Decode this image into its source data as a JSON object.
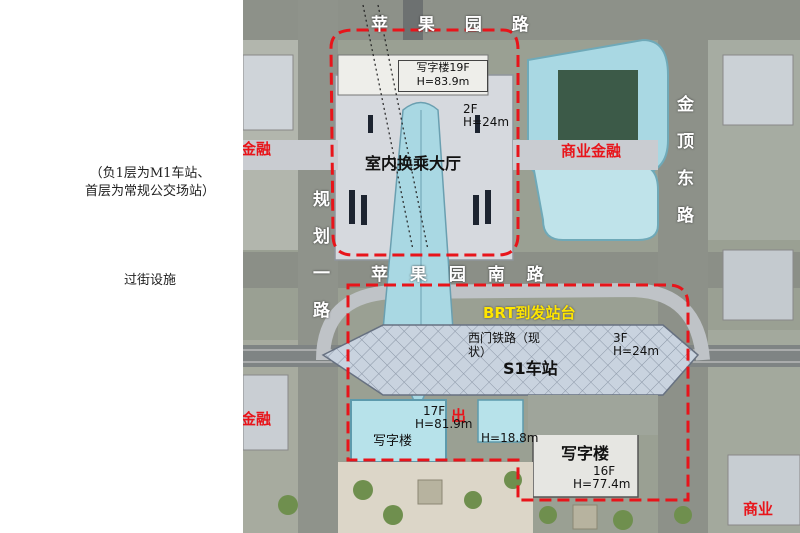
{
  "left_notes": {
    "note1_line1": "（负1层为M1车站、",
    "note1_line2": "首层为常规公交场站）",
    "note2": "过街设施"
  },
  "roads": {
    "top": "苹 果 园 路",
    "middle": "苹 果 园 南 路",
    "left_vertical": "规划一路",
    "right_vertical": "金顶东路"
  },
  "labels": {
    "commercial_left_top": "金融",
    "commercial_right_top": "商业金融",
    "commercial_left_bottom": "金融",
    "commercial_right_bottom": "商业",
    "transfer_hall": "室内换乘大厅",
    "brt_station": "BRT到发站台",
    "rail_line": "西门铁路（现",
    "rail_line2": "状）",
    "s1_station": "S1车站",
    "exit": "出",
    "office_label": "写字楼"
  },
  "buildings": {
    "office_top": {
      "name": "写字楼",
      "floors": "19F",
      "height": "H=83.9m"
    },
    "hall_roof": {
      "floors": "2F",
      "height": "H=24m"
    },
    "s1_roof": {
      "floors": "3F",
      "height": "H=24m"
    },
    "office_left": {
      "name": "写字楼",
      "floors": "17F",
      "height": "H=81.9m"
    },
    "office_mid": {
      "height": "H=18.8m"
    },
    "office_right": {
      "name": "写字楼",
      "floors": "16F",
      "height": "H=77.4m"
    }
  },
  "colors": {
    "boundary": "#e8141a",
    "brt": "#ffe600",
    "glass": "#a9d8e3",
    "roof": "#d6d9de"
  }
}
